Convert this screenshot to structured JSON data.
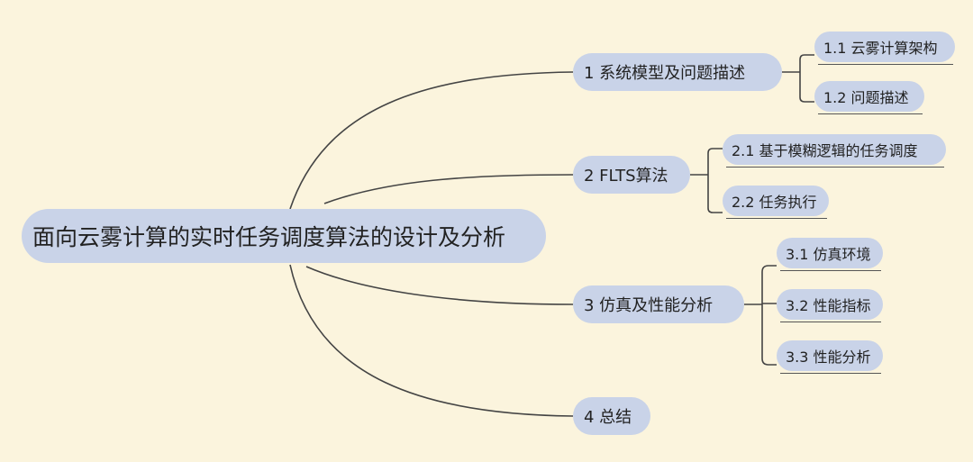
{
  "root": {
    "label": "面向云雾计算的实时任务调度算法的设计及分析"
  },
  "sections": [
    {
      "label": "1  系统模型及问题描述",
      "children": [
        "1.1 云雾计算架构",
        "1.2 问题描述"
      ]
    },
    {
      "label": "2  FLTS算法",
      "children": [
        "2.1 基于模糊逻辑的任务调度",
        "2.2 任务执行"
      ]
    },
    {
      "label": "3  仿真及性能分析",
      "children": [
        "3.1 仿真环境",
        "3.2 性能指标",
        "3.3 性能分析"
      ]
    },
    {
      "label": "4  总结",
      "children": []
    }
  ],
  "colors": {
    "background": "#fbf4dd",
    "node_fill": "#c9d3e8",
    "connector": "#444444"
  }
}
